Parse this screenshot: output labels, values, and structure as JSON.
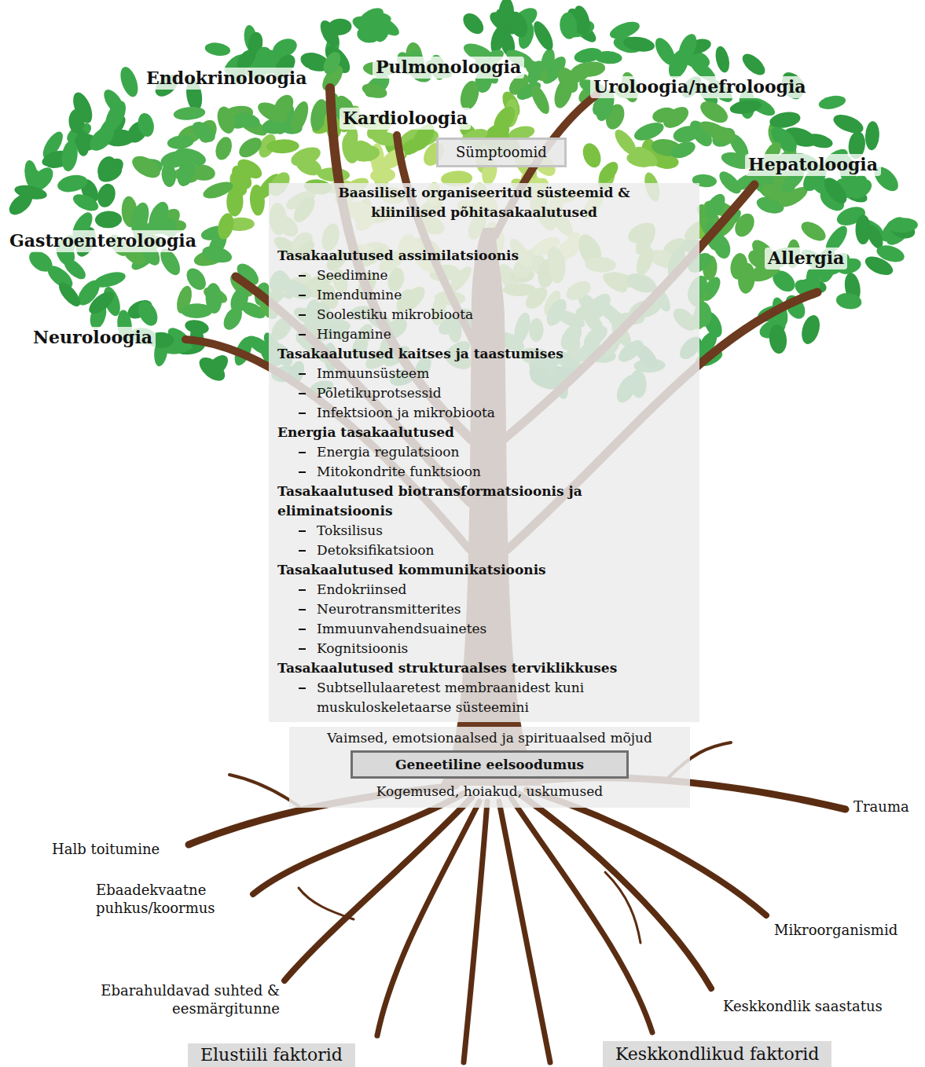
{
  "diagram": {
    "nodes": [
      {
        "text": [
          "Sümptoomid"
        ]
      },
      {
        "text": [
          "Baasiliselt organiseeritud süsteemid & kliinilised põhitasakaalutused",
          "Tasakaalutused assimilatsioonis",
          "Seedimine",
          "Imendumine",
          "Soolestiku mikrobioota",
          "Hingamine",
          "Tasakaalutused kaitses ja taastumises",
          "Immuunsüsteem",
          "Põletikuprotsessid",
          "Infektsioon ja mikrobioota",
          "Energia tasakaalutused",
          "Energia regulatsioon",
          "Mitokondrite funktsioon",
          "Tasakaalutused biotransformatsioonis ja eliminatsioonis",
          "Toksilisus",
          "Detoksifikatsioon",
          "Tasakaalutused kommunikatsioonis",
          "Endokriinsed",
          "Neurotransmitterites",
          "Immuunvahendsuainetes",
          "Kognitsioonis",
          "Tasakaalutused strukturaalses terviklikkuses",
          "Subtsellulaaretest membraanidest kuni muskuloskeletaarse süsteemini"
        ]
      },
      {
        "text": [
          "Vaimsed, emotsionaalsed ja spirituaalsed mõjud",
          "Kogemused, hoiakud, uskumused"
        ]
      },
      {
        "text": [
          "Geneetiline eelsoodumus"
        ],
        "in": 2
      },
      {
        "text": [
          "Elustiili faktorid"
        ]
      },
      {
        "text": [
          "Keskkondlikud faktorid"
        ]
      }
    ],
    "edges": [],
    "labels": [
      "Pulmonoloogia",
      "Endokrinoloogia",
      "Uroloogia/nefroloogia",
      "Kardioloogia",
      "Hepatoloogia",
      "Gastroenteroloogia",
      "Allergia",
      "Neuroloogia",
      "Trauma",
      "Halb toitumine",
      "Ebaadekvaatne puhkus/koormus",
      "Mikroorganismid",
      "Ebarahuldavad suhted & eesmärgitunne",
      "Keskkondlik saastatus"
    ]
  }
}
